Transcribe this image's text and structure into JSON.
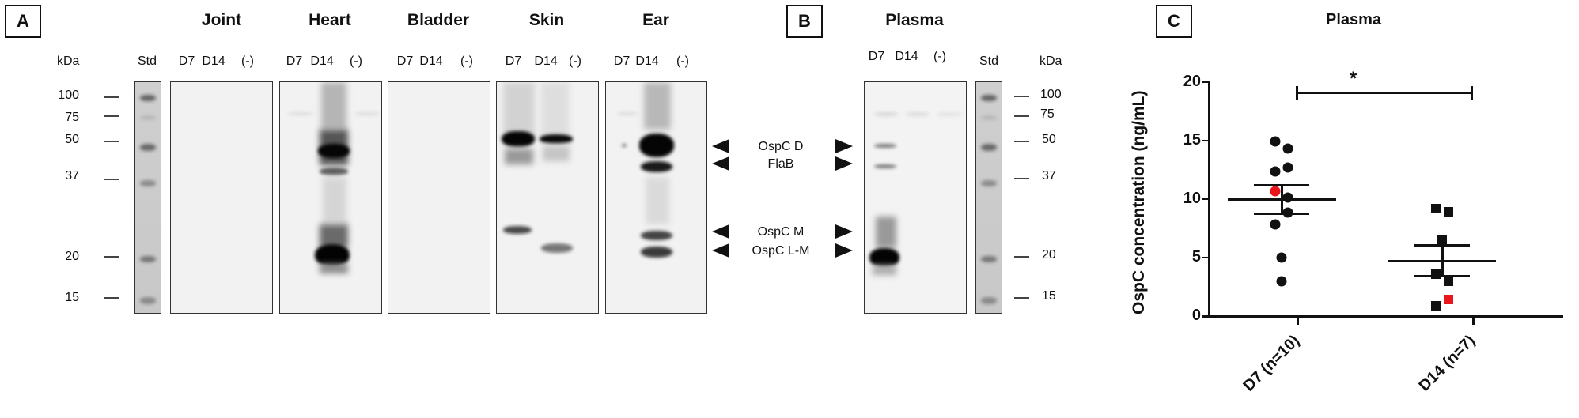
{
  "panels": {
    "A": {
      "letter": "A",
      "kda_label": "kDa",
      "std_label": "Std",
      "mw_markers": [
        "100",
        "75",
        "50",
        "37",
        "20",
        "15"
      ],
      "tissues": [
        {
          "name": "Joint",
          "lanes": [
            "D7",
            "D14",
            "(-)"
          ]
        },
        {
          "name": "Heart",
          "lanes": [
            "D7",
            "D14",
            "(-)"
          ]
        },
        {
          "name": "Bladder",
          "lanes": [
            "D7",
            "D14",
            "(-)"
          ]
        },
        {
          "name": "Skin",
          "lanes": [
            "D7",
            "D14",
            "(-)"
          ]
        },
        {
          "name": "Ear",
          "lanes": [
            "D7",
            "D14",
            "(-)"
          ]
        }
      ]
    },
    "band_labels": [
      "OspC D",
      "FlaB",
      "OspC M",
      "OspC L-M"
    ],
    "B": {
      "letter": "B",
      "title": "Plasma",
      "lanes": [
        "D7",
        "D14",
        "(-)"
      ],
      "std_label": "Std",
      "kda_label": "kDa",
      "mw_markers": [
        "100",
        "75",
        "50",
        "37",
        "20",
        "15"
      ]
    },
    "C": {
      "letter": "C"
    }
  },
  "colors": {
    "highlight": "#e8151b",
    "ink": "#111111"
  },
  "chart_data": {
    "type": "scatter",
    "title": "Plasma",
    "xlabel": "",
    "ylabel": "OspC concentration (ng/mL)",
    "ylim": [
      0,
      20
    ],
    "yticks": [
      "0",
      "5",
      "10",
      "15",
      "20"
    ],
    "categories": [
      "D7 (n=10)",
      "D14 (n=7)"
    ],
    "series": [
      {
        "name": "D7 (n=10)",
        "marker": "circle",
        "values": [
          14.8,
          14.3,
          12.4,
          12.7,
          10.7,
          10.0,
          8.8,
          7.8,
          5.0,
          3.0
        ],
        "highlighted_index": 4,
        "mean": 10.0,
        "sem_upper": 11.2,
        "sem_lower": 8.8
      },
      {
        "name": "D14 (n=7)",
        "marker": "square",
        "values": [
          9.2,
          8.9,
          6.5,
          3.6,
          3.0,
          1.5,
          1.0
        ],
        "highlighted_index": 5,
        "mean": 4.8,
        "sem_upper": 6.1,
        "sem_lower": 3.5
      }
    ],
    "annotations": [
      {
        "text": "*",
        "type": "significance-bracket",
        "between": [
          "D7 (n=10)",
          "D14 (n=7)"
        ],
        "y": 18.7
      }
    ],
    "grid": false,
    "legend": "none"
  }
}
